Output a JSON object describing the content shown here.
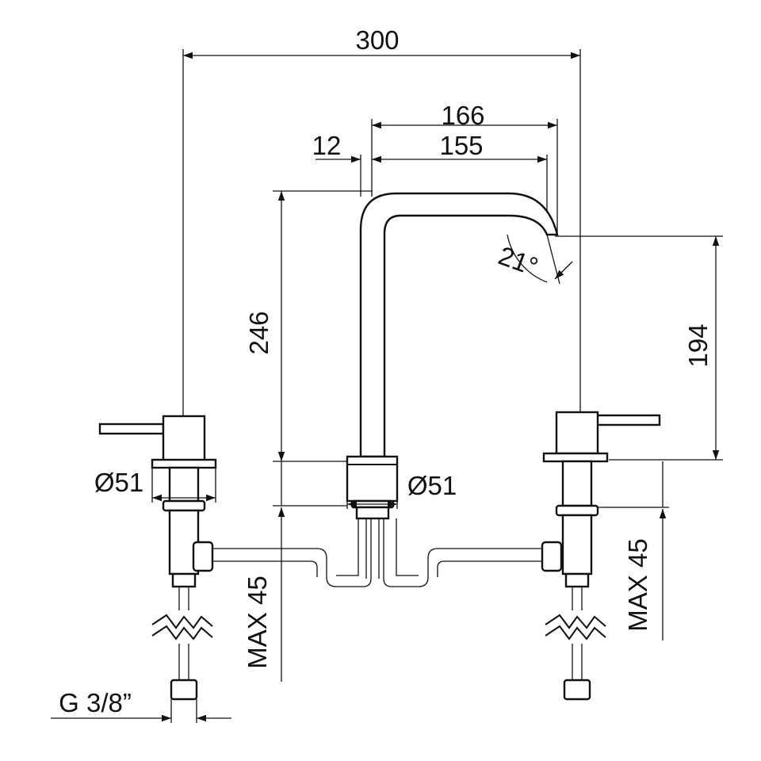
{
  "dimensions": {
    "overall_width": "300",
    "spout_reach_outer": "166",
    "spout_reach_inner": "155",
    "spout_diameter": "12",
    "spout_height": "246",
    "outlet_height": "194",
    "spout_angle": "21°",
    "base_diameter_left": "Ø51",
    "base_diameter_center": "Ø51",
    "max_thickness_left": "MAX 45",
    "max_thickness_right": "MAX 45",
    "thread": "G 3/8”"
  },
  "colors": {
    "line": "#111111",
    "background": "#ffffff"
  }
}
